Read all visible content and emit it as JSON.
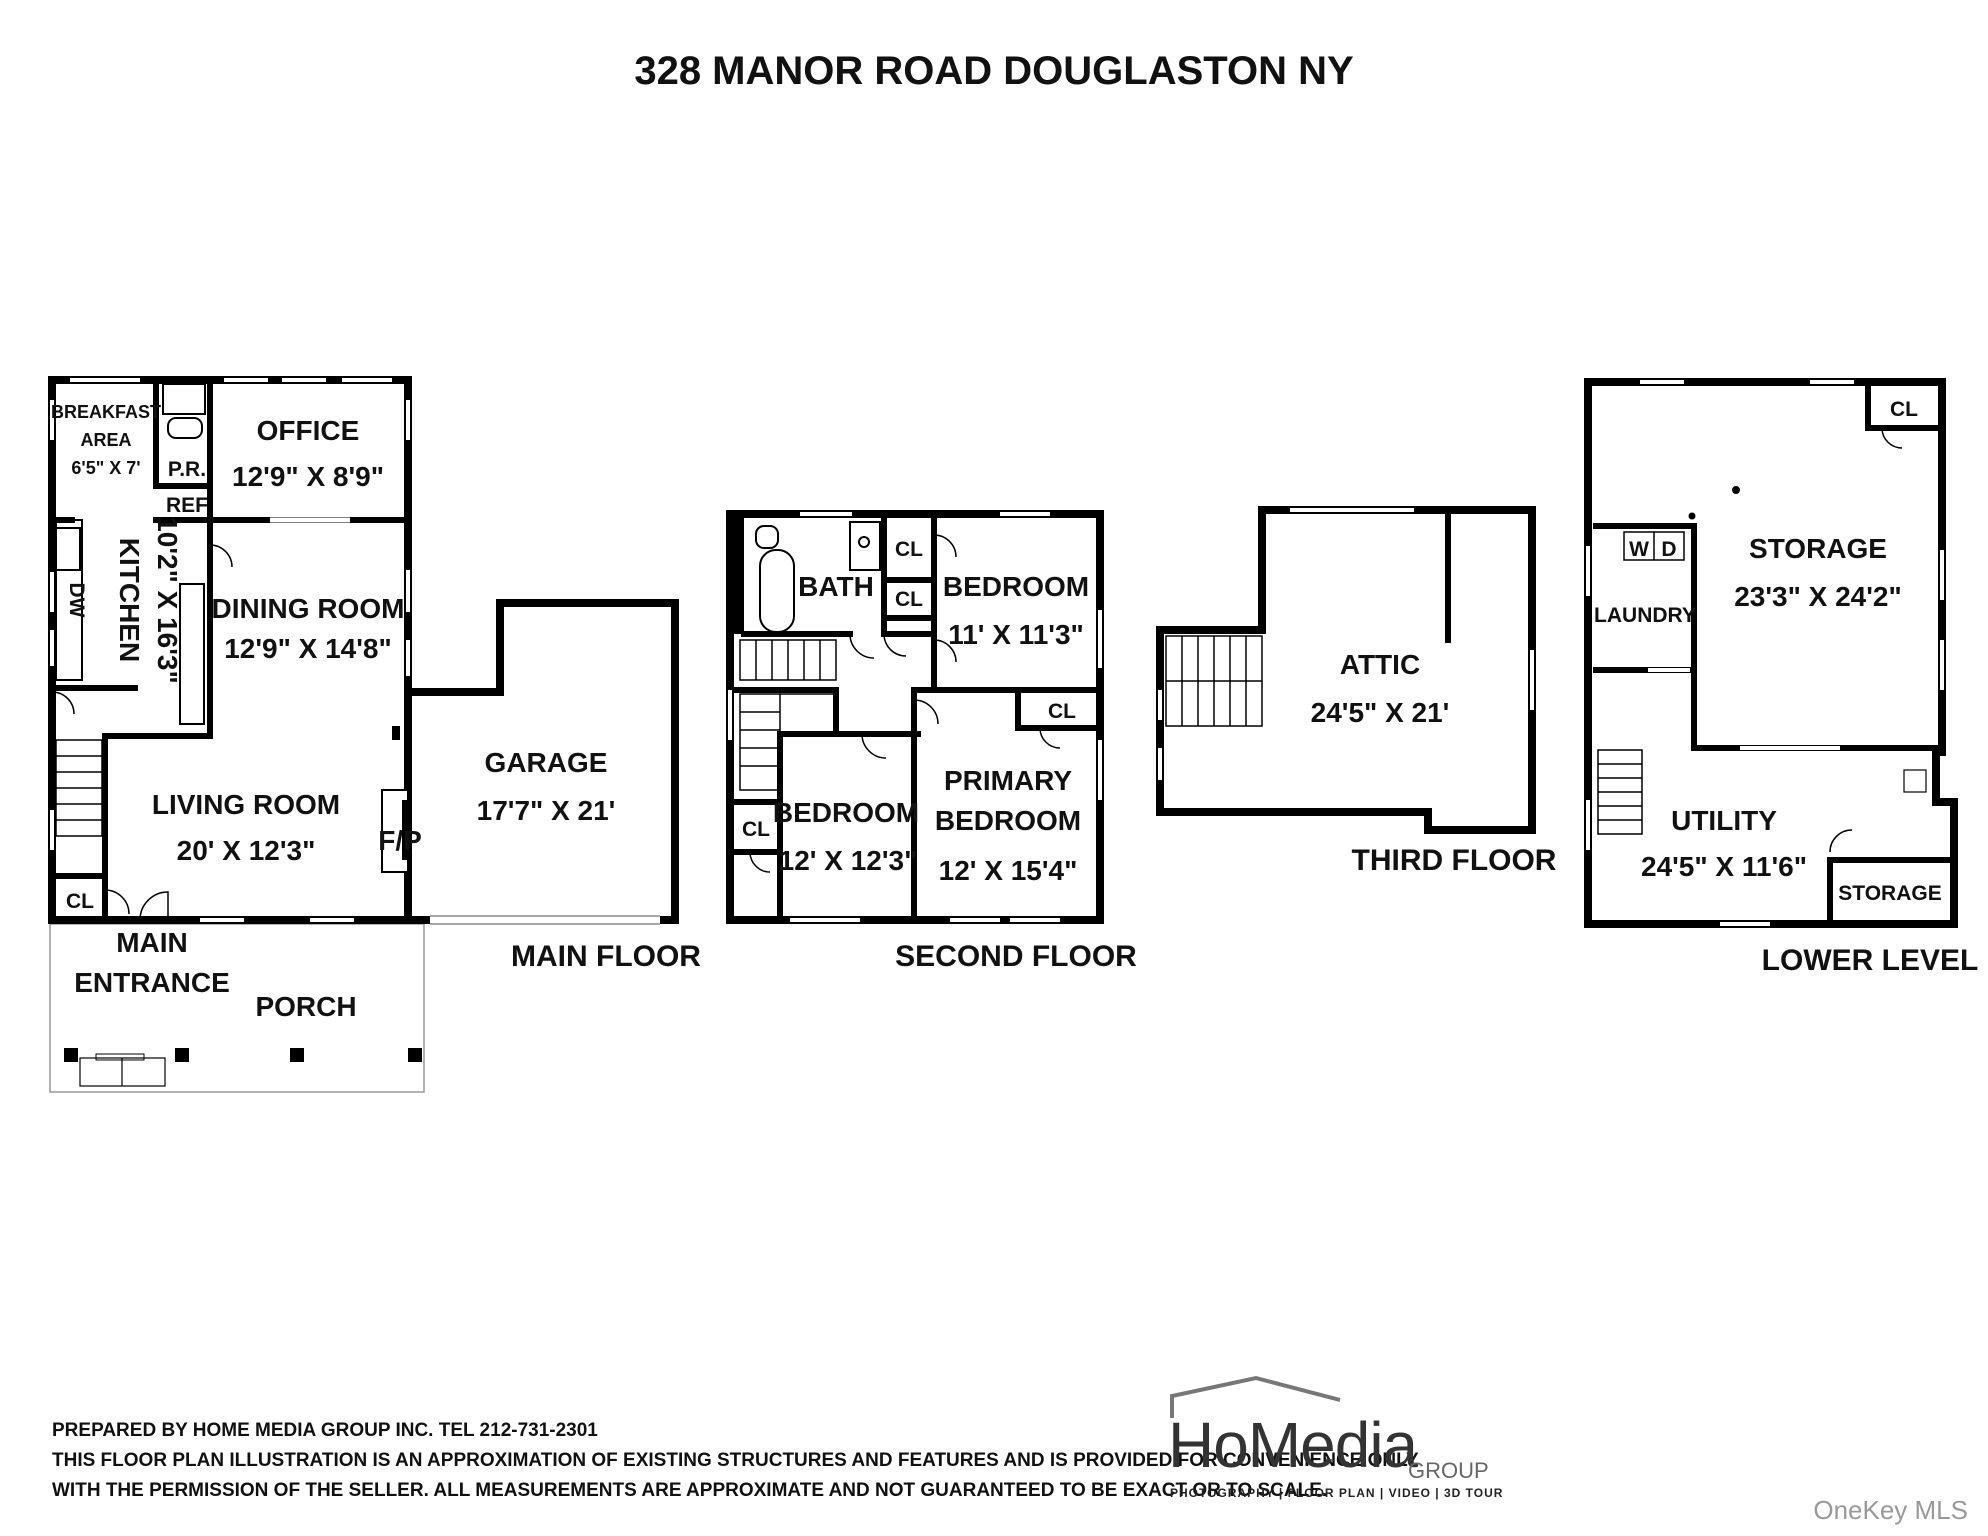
{
  "title": "328 MANOR ROAD DOUGLASTON NY",
  "floors": {
    "main": {
      "label": "MAIN FLOOR",
      "breakfast": {
        "name1": "BREAKFAST",
        "name2": "AREA",
        "dims": "6'5\" X 7'"
      },
      "pr": "P.R.",
      "ref": "REF",
      "office": {
        "name": "OFFICE",
        "dims": "12'9\" X 8'9\""
      },
      "kitchen": {
        "name": "KITCHEN",
        "dims": "10'2\" X 16'3\""
      },
      "dw": "DW",
      "dining": {
        "name": "DINING ROOM",
        "dims": "12'9\" X 14'8\""
      },
      "living": {
        "name": "LIVING ROOM",
        "dims": "20' X 12'3\""
      },
      "fp": "F/P",
      "garage": {
        "name": "GARAGE",
        "dims": "17'7\" X 21'"
      },
      "cl": "CL",
      "entrance1": "MAIN",
      "entrance2": "ENTRANCE",
      "porch": "PORCH"
    },
    "second": {
      "label": "SECOND FLOOR",
      "bath": "BATH",
      "cl1": "CL",
      "cl2": "CL",
      "cl3": "CL",
      "cl4": "CL",
      "bedroom1": {
        "name": "BEDROOM",
        "dims": "11' X 11'3\""
      },
      "bedroom2": {
        "name": "BEDROOM",
        "dims": "12' X 12'3\""
      },
      "primary": {
        "name1": "PRIMARY",
        "name2": "BEDROOM",
        "dims": "12' X 15'4\""
      }
    },
    "third": {
      "label": "THIRD FLOOR",
      "attic": {
        "name": "ATTIC",
        "dims": "24'5\" X 21'"
      }
    },
    "lower": {
      "label": "LOWER LEVEL",
      "cl": "CL",
      "storage": {
        "name": "STORAGE",
        "dims": "23'3\" X 24'2\""
      },
      "wd": {
        "w": "W",
        "d": "D"
      },
      "laundry": "LAUNDRY",
      "utility": {
        "name": "UTILITY",
        "dims": "24'5\" X 11'6\""
      },
      "storage_small": "STORAGE"
    }
  },
  "disclaimer": {
    "line1": "PREPARED BY  HOME MEDIA GROUP INC.  TEL 212-731-2301",
    "line2": "THIS FLOOR PLAN ILLUSTRATION IS AN APPROXIMATION OF EXISTING STRUCTURES AND FEATURES AND IS PROVIDED FOR CONVENIENCE ONLY",
    "line3": "WITH THE PERMISSION OF THE SELLER. ALL MEASUREMENTS ARE APPROXIMATE AND NOT GUARANTEED TO BE EXACT OR TO SCALE."
  },
  "logo": {
    "word": "HoMedia",
    "group": "GROUP",
    "tagline": "PHOTOGRAPHY | FLOOR PLAN | VIDEO | 3D TOUR"
  },
  "watermark": "OneKey MLS"
}
